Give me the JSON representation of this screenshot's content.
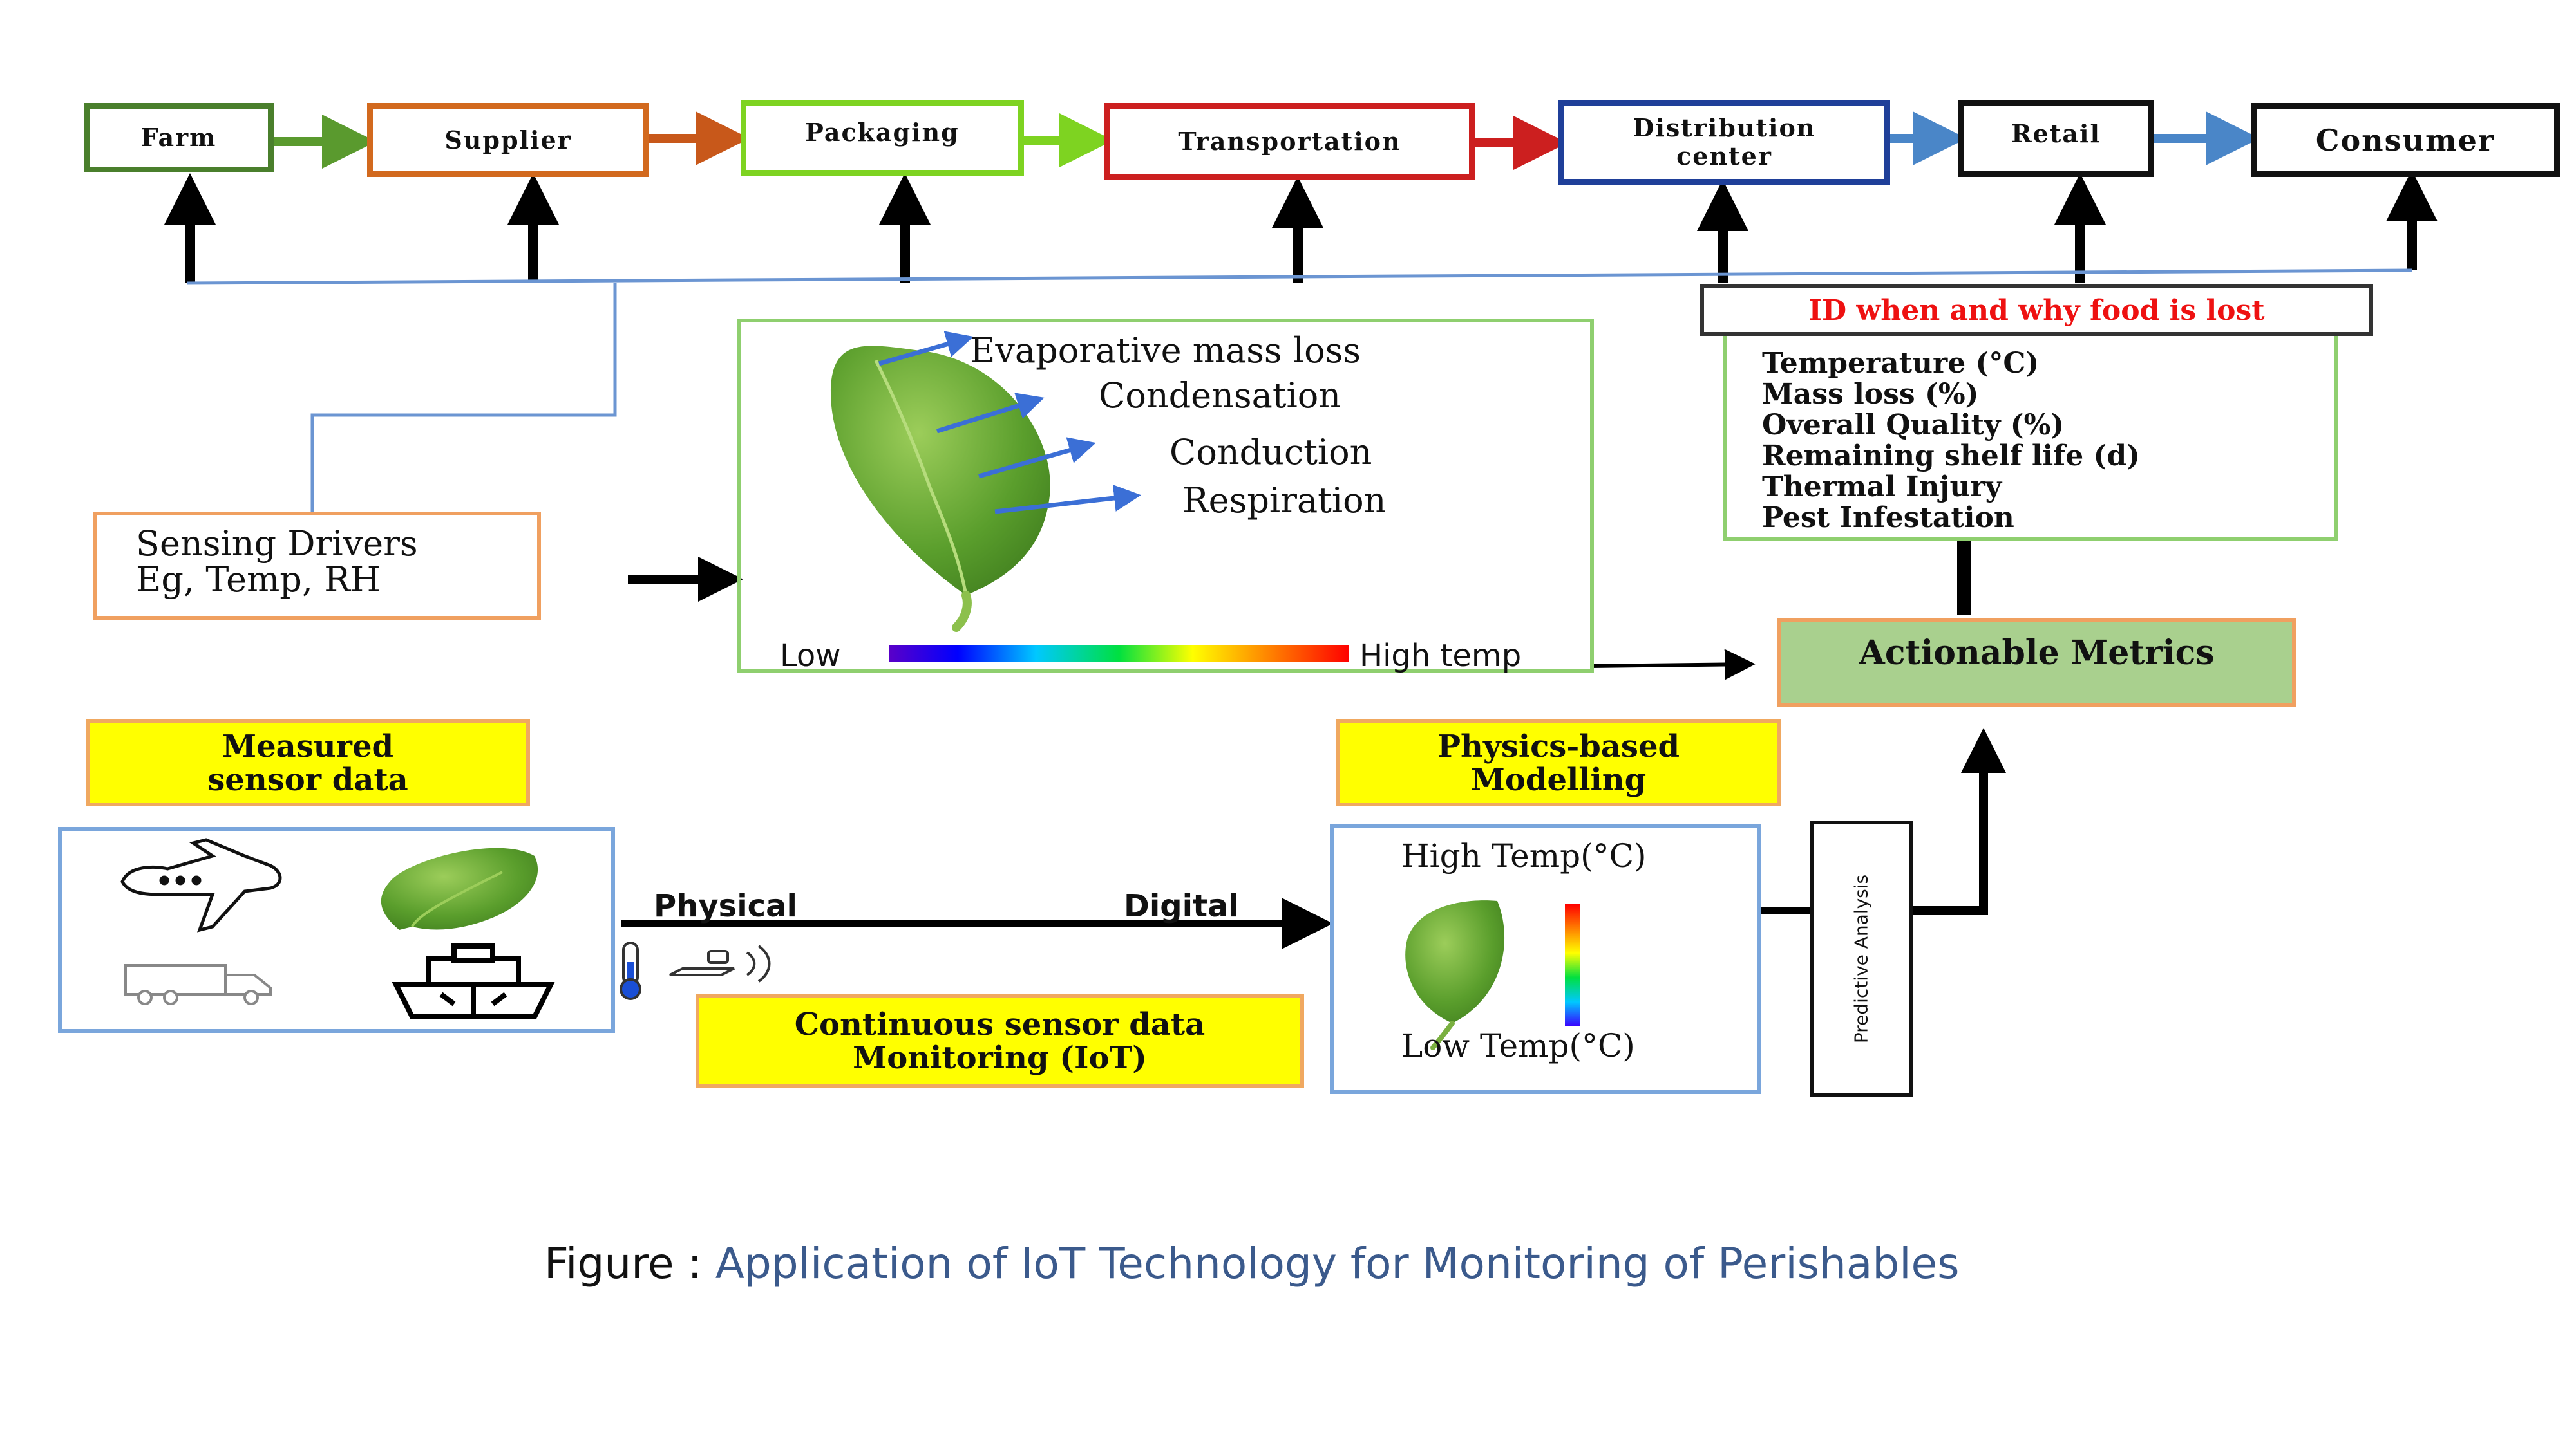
{
  "chain": {
    "farm": "Farm",
    "supplier": "Supplier",
    "packaging": "Packaging",
    "transportation": "Transportation",
    "distribution_line1": "Distribution",
    "distribution_line2": "center",
    "retail": "Retail",
    "consumer": "Consumer"
  },
  "sensing": {
    "line1": "Sensing Drivers",
    "line2": "Eg, Temp, RH"
  },
  "leaf_panel": {
    "processes": [
      "Evaporative mass loss",
      "Condensation",
      "Conduction",
      "Respiration"
    ],
    "scale_low": "Low",
    "scale_high": "High temp"
  },
  "loss": {
    "header": "ID when and why food is lost",
    "metrics": [
      "Temperature (°C)",
      "Mass loss (%)",
      "Overall Quality (%)",
      "Remaining shelf life (d)",
      "Thermal Injury",
      "Pest Infestation"
    ]
  },
  "actionable": "Actionable Metrics",
  "measured_label": "Measured\nsensor data",
  "physics_label": "Physics-based\nModelling",
  "iot_label": "Continuous sensor data\nMonitoring (IoT)",
  "flow": {
    "physical": "Physical",
    "digital": "Digital"
  },
  "model_panel": {
    "high": "High Temp(°C)",
    "low": "Low Temp(°C)"
  },
  "predictive": "Predictive Analysis",
  "caption": {
    "prefix": "Figure : ",
    "text": "Application of IoT Technology for Monitoring of Perishables"
  },
  "colors": {
    "farm": "#4a7f2c",
    "supplier": "#d2691e",
    "packaging": "#7ed321",
    "transportation": "#cc1f1f",
    "distribution": "#1f3f99",
    "arrow_blue": "#4a86c8",
    "actionable_fill": "#a9d08e",
    "caption_blue": "#3b5a8c"
  }
}
